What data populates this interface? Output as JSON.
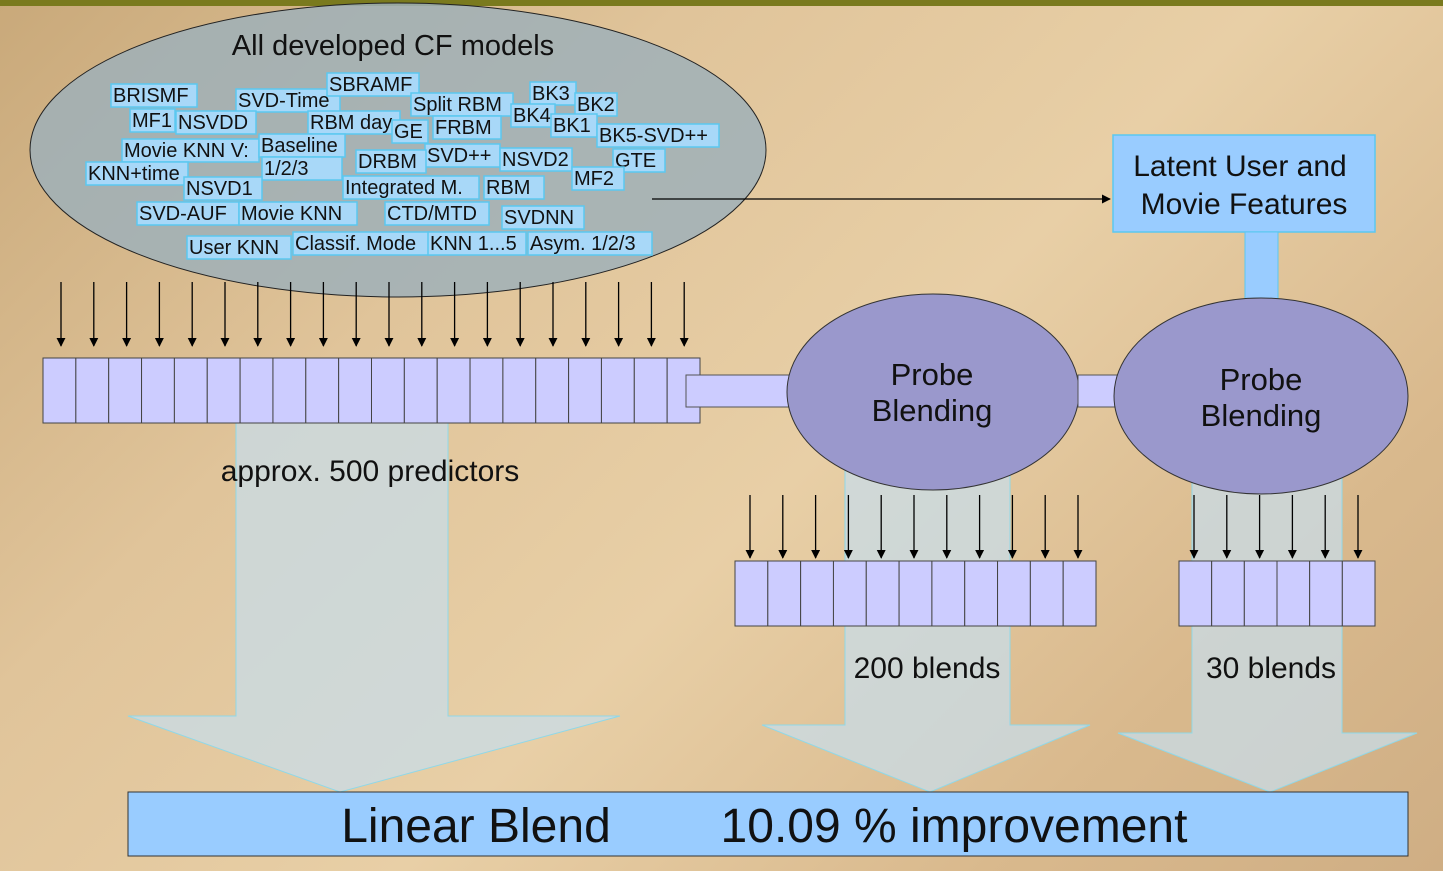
{
  "cf_models": {
    "title": "All developed CF models",
    "items": [
      "BRISMF",
      "SVD-Time",
      "SBRAMF",
      "Split RBM",
      "BK3",
      "BK2",
      "MF1",
      "NSVDD",
      "RBM day",
      "GE",
      "FRBM",
      "BK4",
      "BK1",
      "BK5-SVD++",
      "Movie KNN V:",
      "Baseline",
      "1/2/3",
      "SVD++",
      "DRBM",
      "NSVD2",
      "GTE",
      "KNN+time",
      "NSVD1",
      "Integrated M.",
      "RBM",
      "MF2",
      "SVD-AUF",
      "Movie KNN",
      "CTD/MTD",
      "SVDNN",
      "User KNN",
      "Classif. Mode",
      "KNN 1...5",
      "Asym. 1/2/3"
    ]
  },
  "latent_box": {
    "line1": "Latent User and",
    "line2": "Movie Features"
  },
  "blend1": {
    "line1": "Probe",
    "line2": "Blending"
  },
  "blend2": {
    "line1": "Probe",
    "line2": "Blending"
  },
  "labels": {
    "predictors": "approx. 500 predictors",
    "blends200": "200 blends",
    "blends30": "30 blends"
  },
  "final": {
    "left": "Linear Blend",
    "right": "10.09 % improvement"
  },
  "colors": {
    "tag_bg": "#a8d8f8",
    "tag_border": "#5bc8f0",
    "ellipse_fill": "#9fb0b8",
    "blend_fill": "#9a98cc",
    "cell_fill": "#ccccff",
    "box_fill": "#99ccff",
    "flow_fill": "#c8dce8"
  }
}
